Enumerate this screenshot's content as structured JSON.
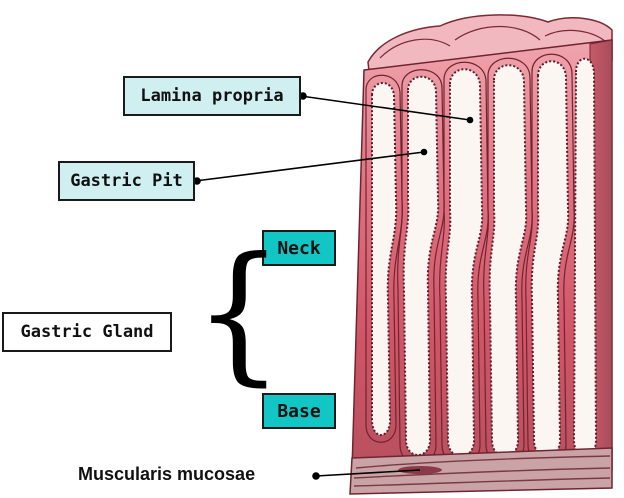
{
  "labels": {
    "lamina_propria": "Lamina propria",
    "gastric_pit": "Gastric Pit",
    "neck": "Neck",
    "base": "Base",
    "gastric_gland": "Gastric Gland",
    "muscularis_mucosae": "Muscularis mucosae"
  },
  "colors": {
    "tissue_pink": "#e58a96",
    "tissue_deep": "#c9485a",
    "lumen_white": "#fbf6f2",
    "box_light_cyan": "#cfeff1",
    "box_cyan": "#13c6c6"
  }
}
